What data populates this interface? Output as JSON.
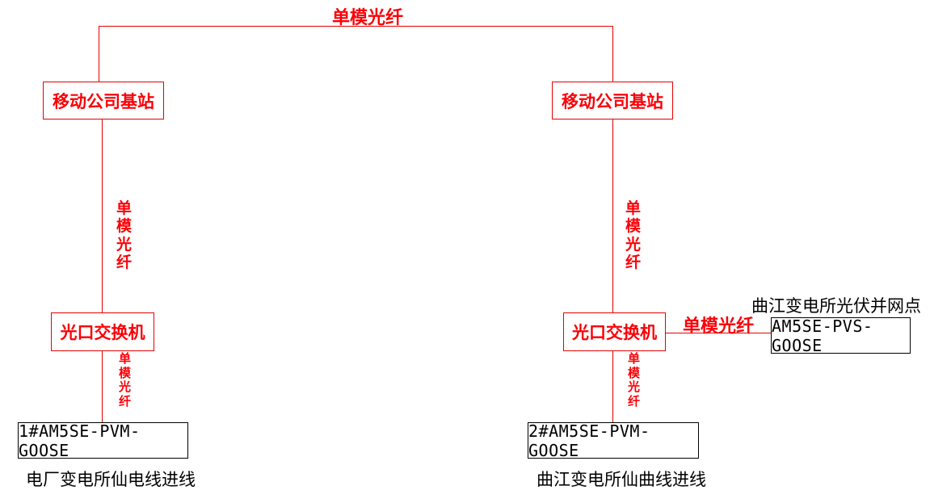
{
  "diagram": {
    "title_text": "单模光纤",
    "colors": {
      "red": "#fb0007",
      "black": "#000000",
      "background": "#ffffff"
    },
    "links": {
      "top_fiber_label": "单模光纤",
      "right_fiber_label": "单模光纤",
      "vertical_fiber_label": "单模光纤"
    },
    "nodes": {
      "base_station_left": "移动公司基站",
      "base_station_right": "移动公司基站",
      "switch_left": "光口交换机",
      "switch_right": "光口交换机",
      "device_pvm_left": "1#AM5SE-PVM-GOOSE",
      "device_pvm_right": "2#AM5SE-PVM-GOOSE",
      "device_pvs_right": "AM5SE-PVS-GOOSE"
    },
    "captions": {
      "left_feeder": "电厂变电所仙电线进线",
      "right_feeder": "曲江变电所仙曲线进线",
      "pv_grid_point": "曲江变电所光伏并网点"
    },
    "vertical_label_chars": {
      "c1": "单",
      "c2": "模",
      "c3": "光",
      "c4": "纤"
    }
  }
}
